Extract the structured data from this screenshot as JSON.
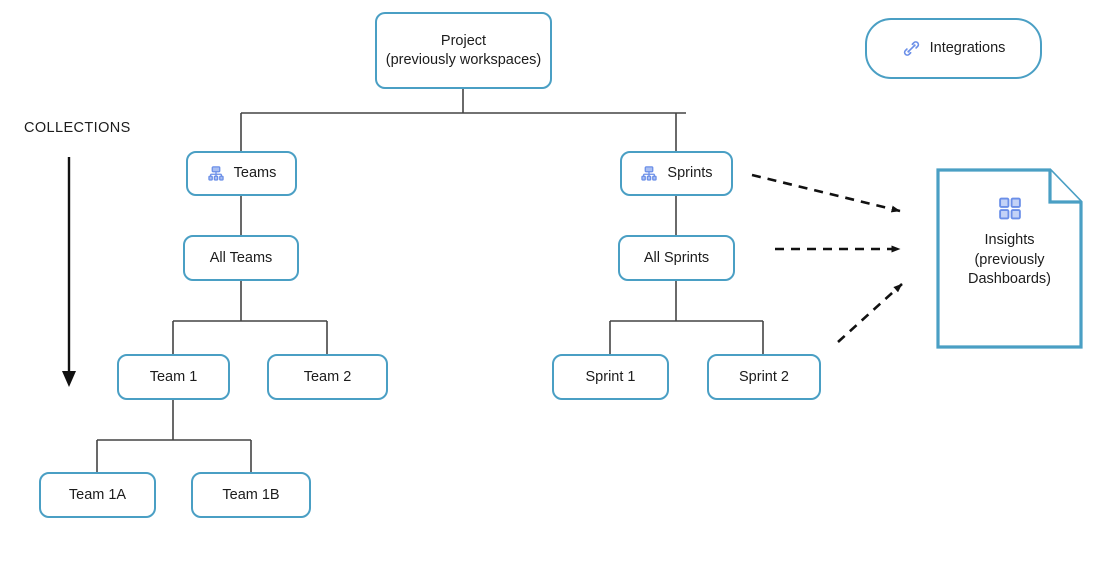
{
  "diagram": {
    "title": "Project hierarchy and collections diagram",
    "colors": {
      "node_border": "#4a9fc4",
      "connector": "#444444",
      "arrow": "#111111",
      "icon_blue": "#6b8fe8",
      "text": "#1c1c1c",
      "background": "#ffffff"
    },
    "side_label": "COLLECTIONS",
    "nodes": {
      "project": {
        "label": "Project\n(previously workspaces)",
        "shape": "rounded-rect"
      },
      "integrations": {
        "label": "Integrations",
        "shape": "pill",
        "icon": "link-chain-icon"
      },
      "teams": {
        "label": "Teams",
        "shape": "rounded-rect",
        "icon": "org-chart-icon"
      },
      "sprints": {
        "label": "Sprints",
        "shape": "rounded-rect",
        "icon": "org-chart-icon"
      },
      "all_teams": {
        "label": "All Teams",
        "shape": "rounded-rect"
      },
      "all_sprints": {
        "label": "All Sprints",
        "shape": "rounded-rect"
      },
      "team_1": {
        "label": "Team 1",
        "shape": "rounded-rect"
      },
      "team_2": {
        "label": "Team 2",
        "shape": "rounded-rect"
      },
      "sprint_1": {
        "label": "Sprint 1",
        "shape": "rounded-rect"
      },
      "sprint_2": {
        "label": "Sprint 2",
        "shape": "rounded-rect"
      },
      "team_1a": {
        "label": "Team 1A",
        "shape": "rounded-rect"
      },
      "team_1b": {
        "label": "Team 1B",
        "shape": "rounded-rect"
      },
      "insights": {
        "label": "Insights\n(previously\nDashboards)",
        "shape": "document-folded-corner",
        "icon": "grid-four-squares-icon"
      }
    },
    "edges": [
      {
        "from": "project",
        "to": "teams",
        "style": "solid"
      },
      {
        "from": "project",
        "to": "sprints",
        "style": "solid"
      },
      {
        "from": "teams",
        "to": "all_teams",
        "style": "solid"
      },
      {
        "from": "all_teams",
        "to": "team_1",
        "style": "solid"
      },
      {
        "from": "all_teams",
        "to": "team_2",
        "style": "solid"
      },
      {
        "from": "team_1",
        "to": "team_1a",
        "style": "solid"
      },
      {
        "from": "team_1",
        "to": "team_1b",
        "style": "solid"
      },
      {
        "from": "sprints",
        "to": "all_sprints",
        "style": "solid"
      },
      {
        "from": "all_sprints",
        "to": "sprint_1",
        "style": "solid"
      },
      {
        "from": "all_sprints",
        "to": "sprint_2",
        "style": "solid"
      },
      {
        "from": "sprints",
        "to": "insights",
        "style": "dashed-arrow"
      },
      {
        "from": "all_sprints",
        "to": "insights",
        "style": "dashed-arrow"
      },
      {
        "from": "sprint_2",
        "to": "insights",
        "style": "dashed-arrow"
      }
    ]
  }
}
